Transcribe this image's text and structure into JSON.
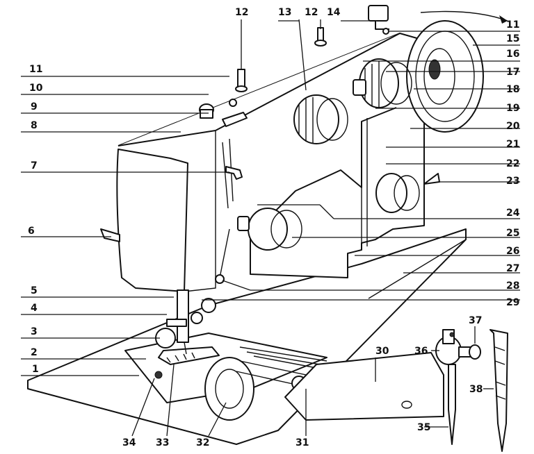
{
  "callouts": [
    {
      "n": "1",
      "text": "1"
    },
    {
      "n": "2",
      "text": "2"
    },
    {
      "n": "3",
      "text": "3"
    },
    {
      "n": "4",
      "text": "4"
    },
    {
      "n": "5",
      "text": "5"
    },
    {
      "n": "6",
      "text": "6"
    },
    {
      "n": "7",
      "text": "7"
    },
    {
      "n": "8",
      "text": "8"
    },
    {
      "n": "9",
      "text": "9"
    },
    {
      "n": "10",
      "text": "10"
    },
    {
      "n": "11a",
      "text": "11"
    },
    {
      "n": "11b",
      "text": "11"
    },
    {
      "n": "12a",
      "text": "12"
    },
    {
      "n": "12b",
      "text": "12"
    },
    {
      "n": "13",
      "text": "13"
    },
    {
      "n": "14",
      "text": "14"
    },
    {
      "n": "15",
      "text": "15"
    },
    {
      "n": "16",
      "text": "16"
    },
    {
      "n": "17",
      "text": "17"
    },
    {
      "n": "18",
      "text": "18"
    },
    {
      "n": "19",
      "text": "19"
    },
    {
      "n": "20",
      "text": "20"
    },
    {
      "n": "21",
      "text": "21"
    },
    {
      "n": "22",
      "text": "22"
    },
    {
      "n": "23",
      "text": "23"
    },
    {
      "n": "24",
      "text": "24"
    },
    {
      "n": "25",
      "text": "25"
    },
    {
      "n": "26",
      "text": "26"
    },
    {
      "n": "27",
      "text": "27"
    },
    {
      "n": "28",
      "text": "28"
    },
    {
      "n": "29",
      "text": "29"
    },
    {
      "n": "30",
      "text": "30"
    },
    {
      "n": "31",
      "text": "31"
    },
    {
      "n": "32",
      "text": "32"
    },
    {
      "n": "33",
      "text": "33"
    },
    {
      "n": "34",
      "text": "34"
    },
    {
      "n": "35",
      "text": "35"
    },
    {
      "n": "36",
      "text": "36"
    },
    {
      "n": "37",
      "text": "37"
    },
    {
      "n": "38",
      "text": "38"
    }
  ],
  "colors": {
    "ink": "#111111",
    "paper": "#ffffff"
  },
  "icons": {
    "rotation": "curved-arrow-icon"
  }
}
